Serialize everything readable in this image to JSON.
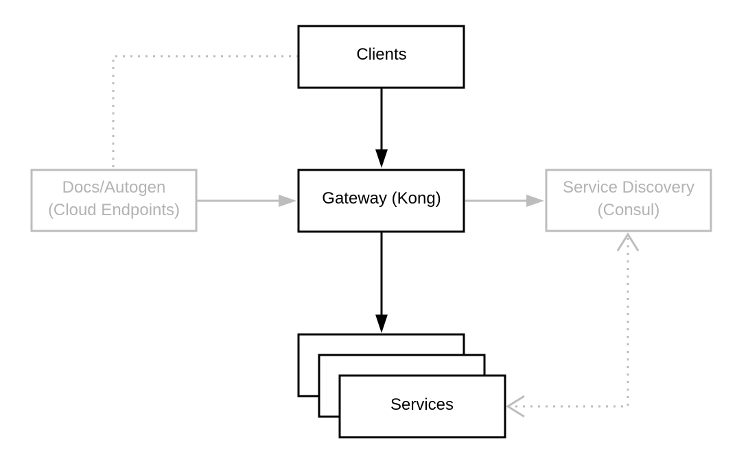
{
  "diagram": {
    "colors": {
      "primary": "#000000",
      "muted": "#bdbdbd",
      "muted_text": "#b3b3b3",
      "background": "#ffffff"
    },
    "nodes": {
      "clients": {
        "label": "Clients"
      },
      "gateway": {
        "label": "Gateway (Kong)"
      },
      "docs": {
        "line1": "Docs/Autogen",
        "line2": "(Cloud Endpoints)"
      },
      "discovery": {
        "line1": "Service Discovery",
        "line2": "(Consul)"
      },
      "services": {
        "label": "Services"
      }
    },
    "edges": [
      {
        "from": "clients",
        "to": "gateway",
        "style": "solid",
        "color": "primary"
      },
      {
        "from": "gateway",
        "to": "services",
        "style": "solid",
        "color": "primary"
      },
      {
        "from": "docs",
        "to": "gateway",
        "style": "solid",
        "color": "muted"
      },
      {
        "from": "gateway",
        "to": "discovery",
        "style": "solid",
        "color": "muted"
      },
      {
        "from": "clients",
        "to": "docs",
        "style": "dotted",
        "color": "muted"
      },
      {
        "from": "discovery",
        "to": "services",
        "style": "dotted",
        "color": "muted",
        "arrowheads": "both-open"
      }
    ]
  }
}
